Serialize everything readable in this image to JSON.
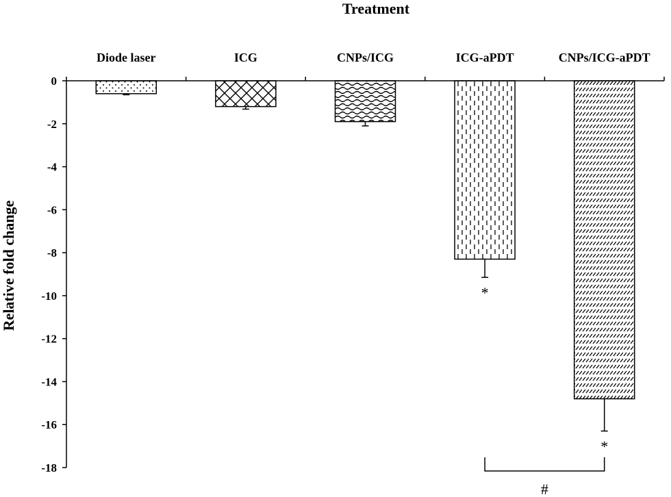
{
  "chart_data": {
    "type": "bar",
    "xlabel": "Treatment",
    "ylabel": "Relative fold change",
    "categories": [
      "Diode laser",
      "ICG",
      "CNPs/ICG",
      "ICG-aPDT",
      "CNPs/ICG-aPDT"
    ],
    "values": [
      -0.6,
      -1.2,
      -1.9,
      -8.3,
      -14.8
    ],
    "errors": [
      0.05,
      0.12,
      0.2,
      0.85,
      1.5
    ],
    "significance_labels": [
      "",
      "",
      "",
      "*",
      "*"
    ],
    "comparison": {
      "from": "ICG-aPDT",
      "to": "CNPs/ICG-aPDT",
      "label": "#"
    },
    "ylim": [
      -18,
      0
    ],
    "yticks": [
      "0",
      "-2",
      "-4",
      "-6",
      "-8",
      "-10",
      "-12",
      "-14",
      "-16",
      "-18"
    ],
    "patterns": [
      "dots",
      "crosshatch",
      "waves",
      "dashed-vertical",
      "diagonal-dashes"
    ],
    "grid": false,
    "legend": "none",
    "colors": {
      "bar_fill": "#ffffff",
      "bar_stroke": "#000000"
    }
  }
}
